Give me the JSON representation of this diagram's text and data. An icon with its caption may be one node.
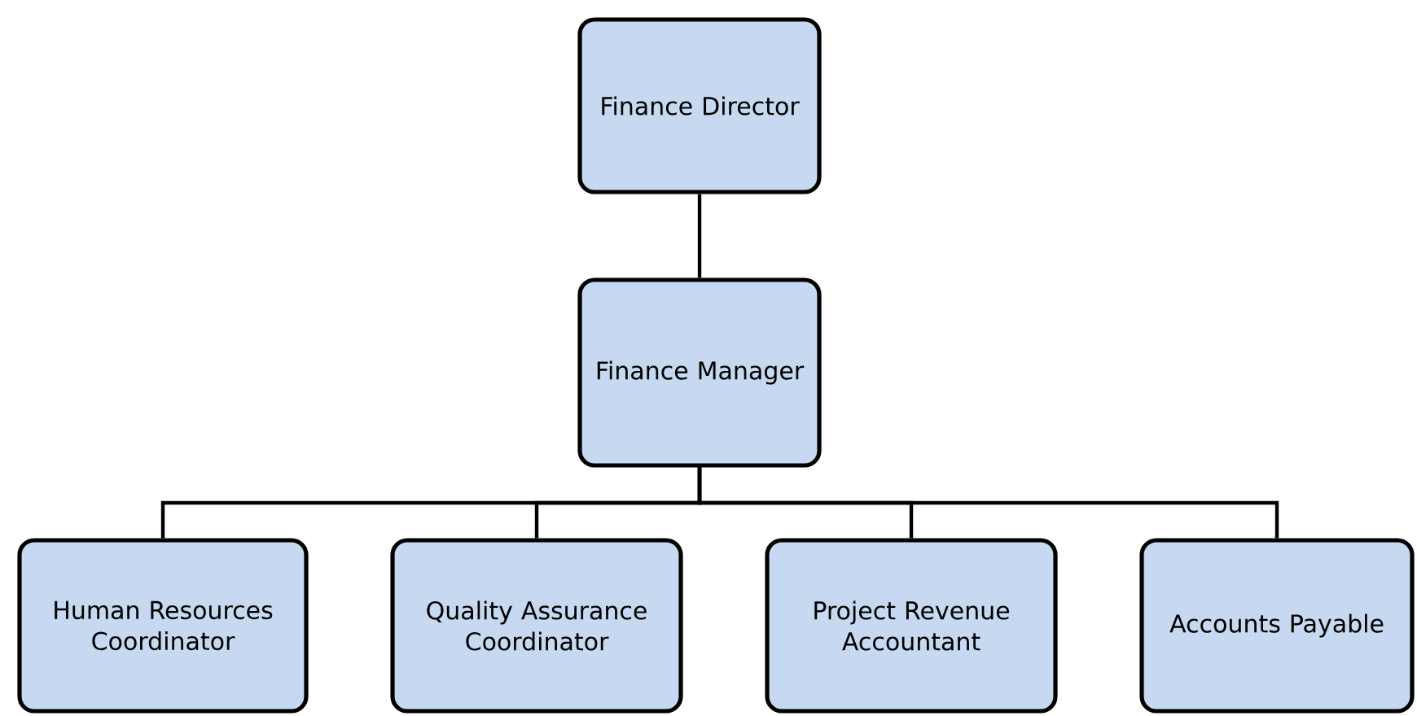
{
  "diagram": {
    "nodes": [
      {
        "text": [
          "Finance Director"
        ]
      },
      {
        "text": [
          "Finance Manager"
        ]
      },
      {
        "text": [
          "Human Resources Coordinator"
        ]
      },
      {
        "text": [
          "Quality Assurance Coordinator"
        ]
      },
      {
        "text": [
          "Project Revenue Accountant"
        ]
      },
      {
        "text": [
          "Accounts Payable"
        ]
      }
    ],
    "edges": [
      {
        "from": 0,
        "to": 1,
        "arrow": "none"
      },
      {
        "from": 1,
        "to": 2,
        "arrow": "none"
      },
      {
        "from": 1,
        "to": 3,
        "arrow": "none"
      },
      {
        "from": 1,
        "to": 4,
        "arrow": "none"
      },
      {
        "from": 1,
        "to": 5,
        "arrow": "none"
      }
    ]
  }
}
